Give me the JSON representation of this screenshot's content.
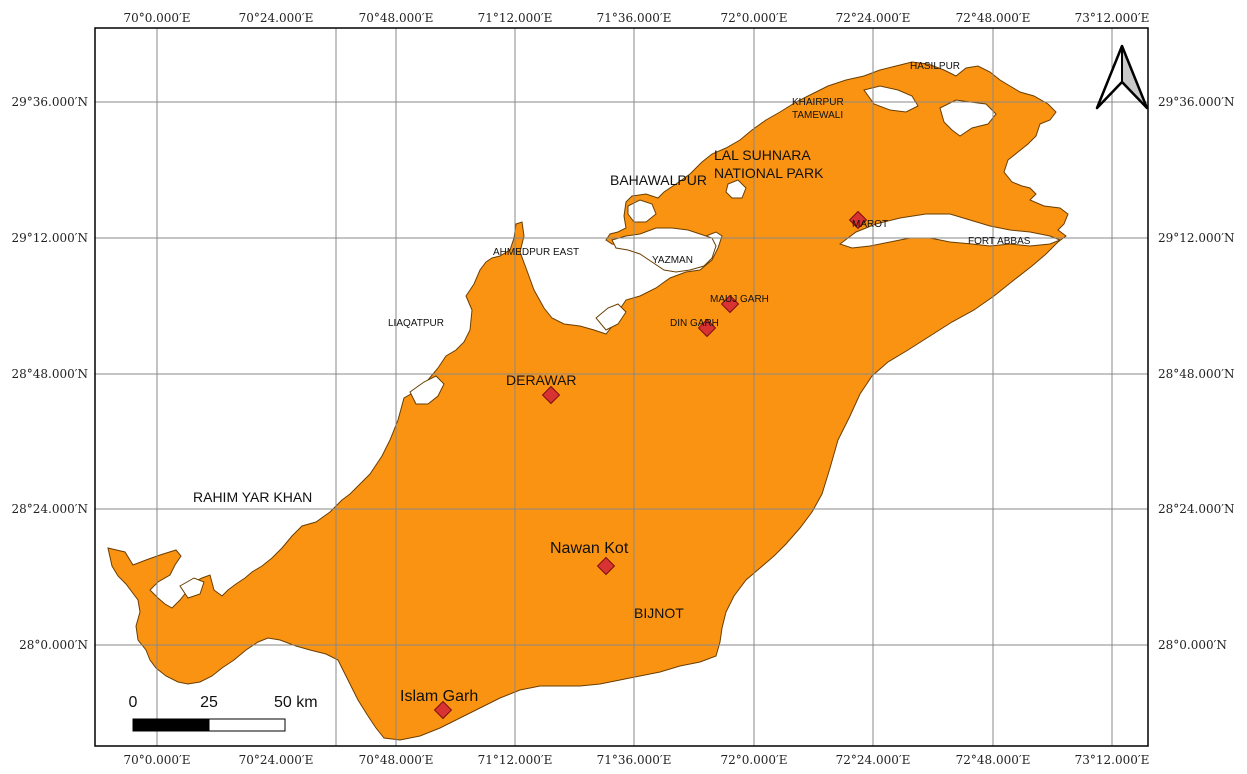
{
  "map": {
    "fill_color": "#fb9312",
    "marker_color": "#d93232",
    "grid_color": "#888888"
  },
  "axes": {
    "top_labels": [
      "70°0.000′E",
      "70°24.000′E",
      "70°48.000′E",
      "71°12.000′E",
      "71°36.000′E",
      "72°0.000′E",
      "72°24.000′E",
      "72°48.000′E",
      "73°12.000′E"
    ],
    "bottom_labels": [
      "70°0.000′E",
      "70°24.000′E",
      "70°48.000′E",
      "71°12.000′E",
      "71°36.000′E",
      "72°0.000′E",
      "72°24.000′E",
      "72°48.000′E",
      "73°12.000′E"
    ],
    "left_labels": [
      "29°36.000′N",
      "29°12.000′N",
      "28°48.000′N",
      "28°24.000′N",
      "28°0.000′N"
    ],
    "right_labels": [
      "29°36.000′N",
      "29°12.000′N",
      "28°48.000′N",
      "28°24.000′N",
      "28°0.000′N"
    ]
  },
  "places": {
    "hasilpur": "HASILPUR",
    "khairpur_1": "KHAIRPUR",
    "khairpur_2": "TAMEWALI",
    "lal_suhnara_1": "LAL SUHNARA",
    "lal_suhnara_2": "NATIONAL PARK",
    "bahawalpur": "BAHAWALPUR",
    "marot": "MAROT",
    "fort_abbas": "FORT ABBAS",
    "ahmedpur_east": "AHMEDPUR EAST",
    "yazman": "YAZMAN",
    "mauj_garh": "MAUJ GARH",
    "din_garh": "DIN GARH",
    "liaqatpur": "LIAQATPUR",
    "derawar": "DERAWAR",
    "rahim_yar_khan": "RAHIM YAR KHAN",
    "nawan_kot": "Nawan Kot",
    "bijnot": "BIJNOT",
    "islam_garh": "Islam Garh"
  },
  "scale_bar": {
    "tick_0": "0",
    "tick_1": "25",
    "tick_2": "50 km"
  }
}
